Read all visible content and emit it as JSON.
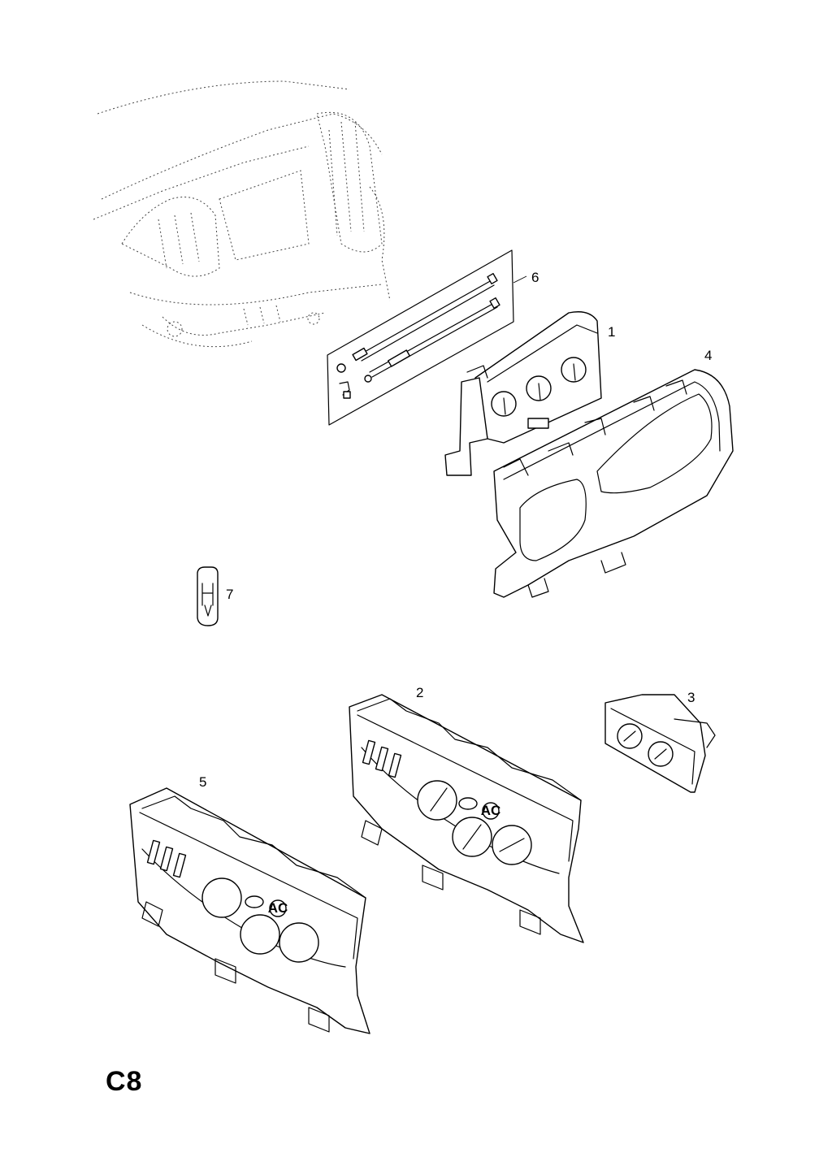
{
  "page_code": "C8",
  "labels": {
    "p1": "1",
    "p2": "2",
    "p3": "3",
    "p4": "4",
    "p5": "5",
    "p6": "6",
    "p7": "7"
  },
  "panel_text": {
    "ac_badge": "AC"
  }
}
